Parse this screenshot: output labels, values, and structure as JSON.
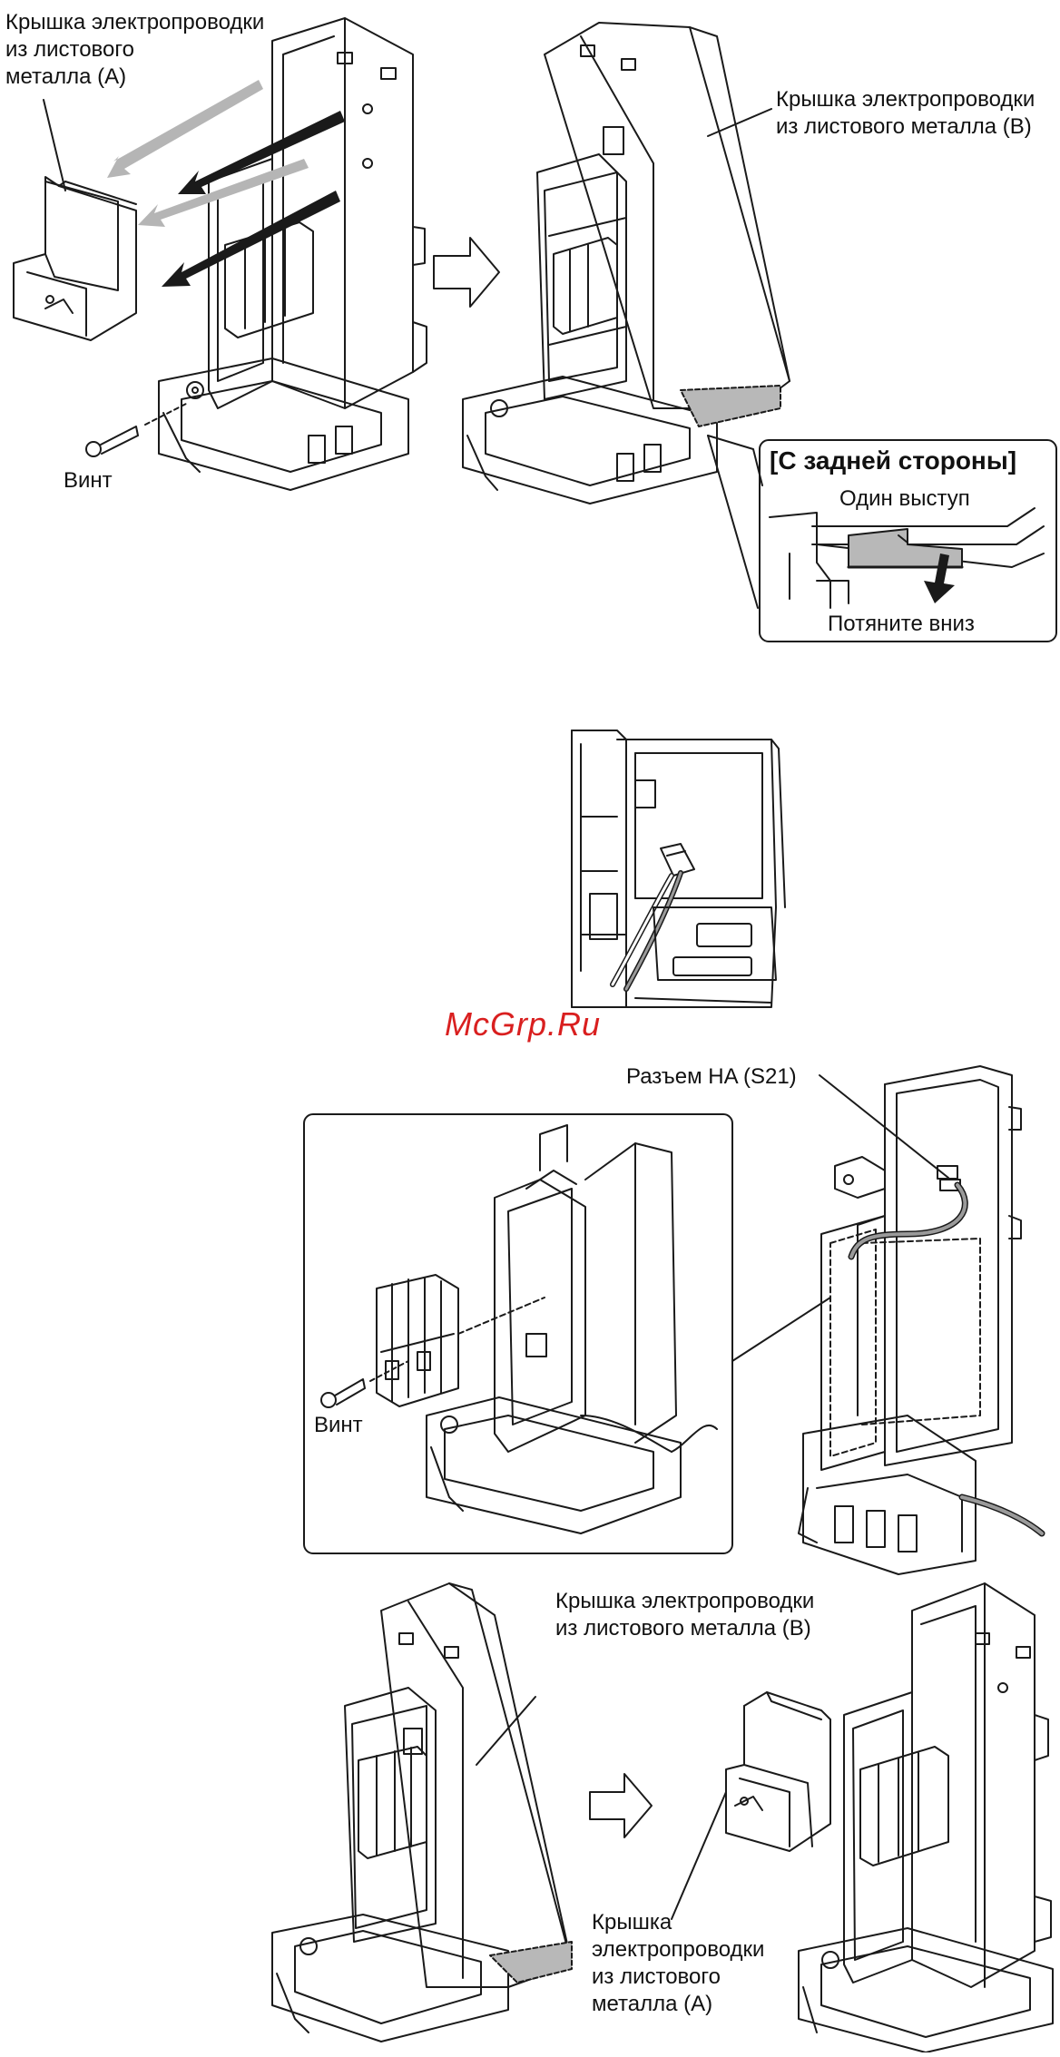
{
  "labels": {
    "cover_a_top": "Крышка электропроводки\nиз листового\nметалла (A)",
    "screw_top": "Винт",
    "cover_b_top": "Крышка электропроводки\nиз листового металла (B)",
    "back_side_title": "[С задней стороны]",
    "one_tab": "Один выступ",
    "pull_down": "Потяните вниз",
    "connector_ha": "Разъем HA (S21)",
    "screw_mid": "Винт",
    "cover_b_bottom": "Крышка электропроводки\nиз листового металла (B)",
    "cover_a_bottom": "Крышка\nэлектропроводки\nиз листового\nметалла (A)"
  },
  "watermark": "McGrp.Ru",
  "colors": {
    "line": "#1a1a1a",
    "shade": "#b8b8b8",
    "arrow_gray": "#b5b5b5",
    "watermark": "#d91f1f"
  }
}
